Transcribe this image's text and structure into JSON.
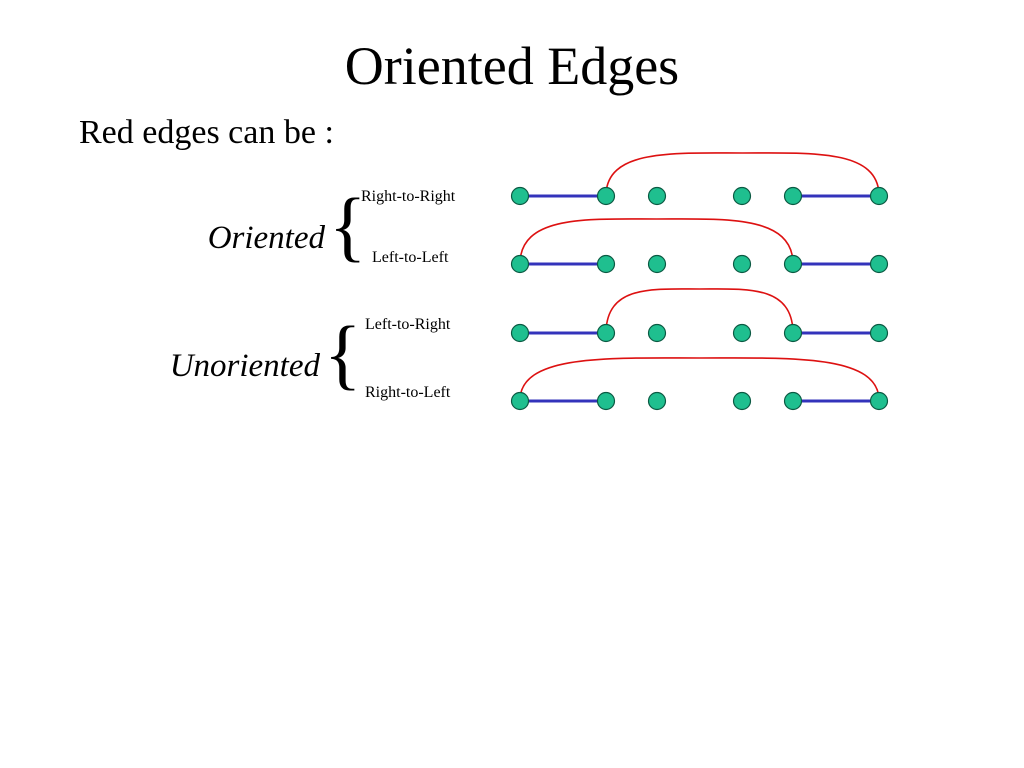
{
  "slide": {
    "title": "Oriented Edges",
    "subtitle": "Red edges can be :"
  },
  "colors": {
    "node_fill": "#1fbf8f",
    "node_stroke": "#0b5a43",
    "blue_edge": "#3333bb",
    "red_edge": "#dd1111"
  },
  "groups": [
    {
      "label": "Oriented",
      "rows": [
        {
          "label": "Right-to-Right",
          "red_from": 1,
          "red_to": 5
        },
        {
          "label": "Left-to-Left",
          "red_from": 0,
          "red_to": 4
        }
      ]
    },
    {
      "label": "Unoriented",
      "rows": [
        {
          "label": "Left-to-Right",
          "red_from": 1,
          "red_to": 4
        },
        {
          "label": "Right-to-Left",
          "red_from": 0,
          "red_to": 5
        }
      ]
    }
  ],
  "blue_edges": [
    [
      0,
      1
    ],
    [
      4,
      5
    ]
  ],
  "node_count": 6
}
